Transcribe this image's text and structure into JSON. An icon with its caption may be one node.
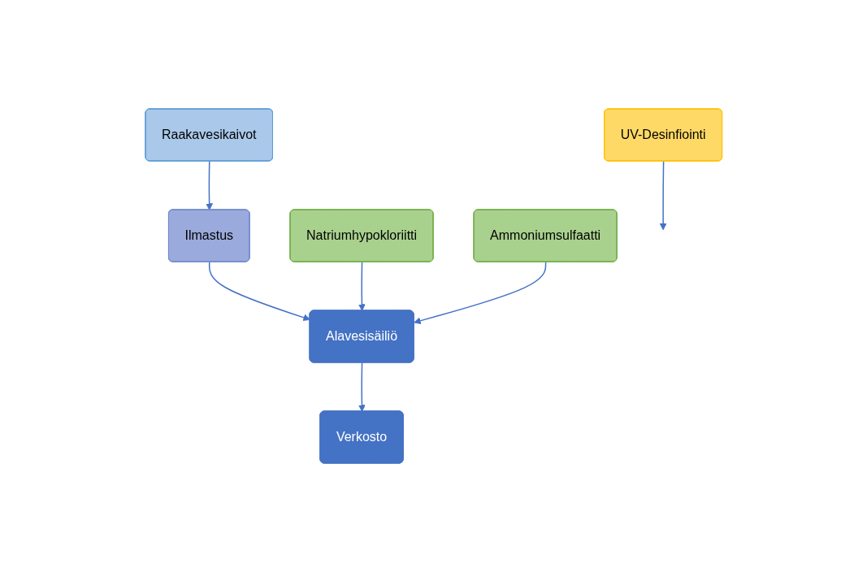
{
  "diagram": {
    "nodes": [
      {
        "text": [
          "Raakavesikaivot"
        ]
      },
      {
        "text": [
          "Ilmastus"
        ]
      },
      {
        "text": [
          "Alavesisäiliö"
        ]
      },
      {
        "text": [
          "Natriumhypokloriitti"
        ]
      },
      {
        "text": [
          "Ammoniumsulfaatti"
        ]
      },
      {
        "text": [
          "UV-Desinfiointi"
        ]
      },
      {
        "text": [
          "Verkosto"
        ]
      }
    ],
    "edges": [
      {
        "from": 0,
        "to": 1,
        "arrow": "to"
      },
      {
        "from": 1,
        "to": 2,
        "arrow": "to"
      },
      {
        "from": 3,
        "to": 2,
        "arrow": "to"
      },
      {
        "from": 4,
        "to": 2,
        "arrow": "to"
      },
      {
        "from": 2,
        "to": 6,
        "arrow": "to"
      },
      {
        "from": 5,
        "to": null,
        "arrow": "to"
      }
    ]
  }
}
